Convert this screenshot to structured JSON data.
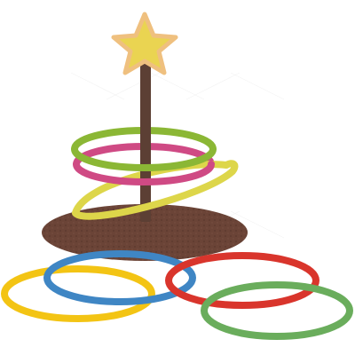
{
  "scene": {
    "subject": "ring-toss-game-illustration",
    "watermark_text": "",
    "colors": {
      "background": "#ffffff",
      "base": "#6b4437",
      "base_texture": "#5a382c",
      "post": "#5c3f34",
      "star_fill": "#ead451",
      "star_stroke": "#efc07f",
      "ring_green": "#8bb735",
      "ring_pink": "#cf4a84",
      "ring_yellow_tossed": "#ddd64a",
      "ring_yellow_ground": "#f3c414",
      "ring_blue": "#3f86c4",
      "ring_red": "#d9352c",
      "ring_green_ground": "#6aad5c"
    },
    "rings": [
      {
        "name": "green-ring-on-post",
        "color": "#8bb735"
      },
      {
        "name": "pink-ring-on-post",
        "color": "#cf4a84"
      },
      {
        "name": "yellow-ring-tilted",
        "color": "#ddd64a"
      },
      {
        "name": "yellow-ring-ground",
        "color": "#f3c414"
      },
      {
        "name": "blue-ring-ground",
        "color": "#3f86c4"
      },
      {
        "name": "red-ring-ground",
        "color": "#d9352c"
      },
      {
        "name": "green-ring-ground",
        "color": "#6aad5c"
      }
    ]
  }
}
